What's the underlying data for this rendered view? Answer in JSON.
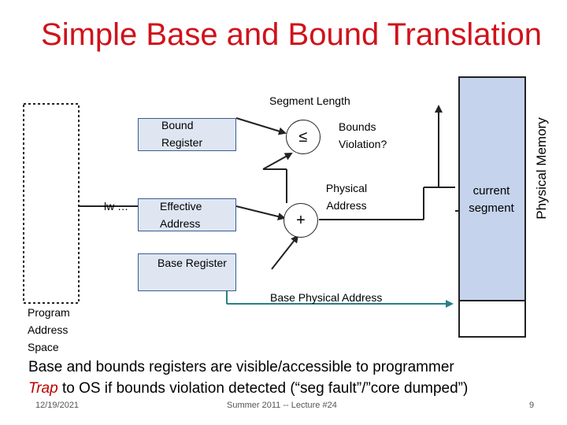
{
  "title": "Simple Base and Bound Translation",
  "diagram": {
    "segment_length": "Segment Length",
    "bound_register": "Bound Register",
    "compare_symbol": "≤",
    "bounds_violation": "Bounds Violation?",
    "lw": "lw …",
    "effective_address": "Effective Address",
    "adder_symbol": "+",
    "physical_address": "Physical Address",
    "current_segment": "current segment",
    "physical_memory": "Physical Memory",
    "base_register": "Base Register",
    "base_physical_address": "Base Physical Address",
    "program_address_space": "Program Address Space",
    "colors": {
      "register_fill": "#dfe6f2",
      "register_border": "#3a5d8f",
      "memory_fill": "#c5d3ec",
      "arrow_teal": "#2b7f86"
    }
  },
  "bullets": {
    "line1": "Base and bounds registers are visible/accessible to programmer",
    "line2_emphasis": "Trap",
    "line2_rest": " to OS if bounds violation detected (“seg fault”/”core dumped”)"
  },
  "footer": {
    "date": "12/19/2021",
    "course": "Summer 2011 -- Lecture #24",
    "page": "9"
  }
}
